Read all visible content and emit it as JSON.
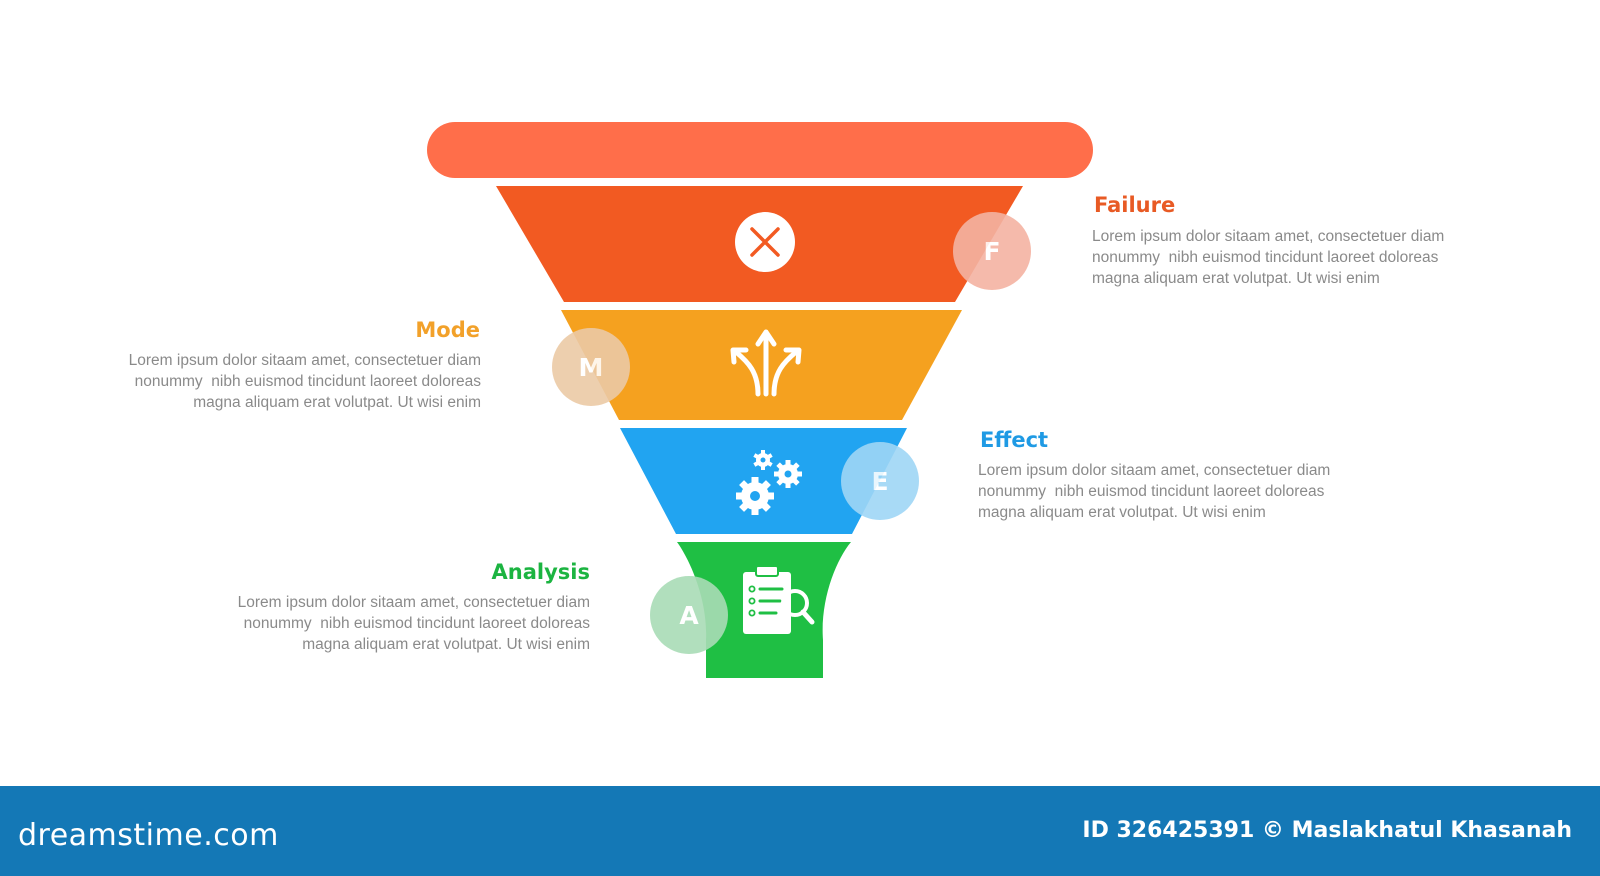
{
  "stages": [
    {
      "key": "failure",
      "title": "Failure",
      "letter": "F",
      "icon": "close-circle-icon",
      "color": "#f25a22",
      "title_color": "#e85a24",
      "badge_color": "#f4b3a2",
      "desc": [
        "Lorem ipsum dolor sitaam amet, consectetuer diam",
        "nonummy  nibh euismod tincidunt laoreet doloreas",
        "magna aliquam erat volutpat. Ut wisi enim"
      ]
    },
    {
      "key": "mode",
      "title": "Mode",
      "letter": "M",
      "icon": "split-arrows-icon",
      "color": "#f5a11f",
      "title_color": "#f2a12a",
      "badge_color": "#eccaa6",
      "desc": [
        "Lorem ipsum dolor sitaam amet, consectetuer diam",
        "nonummy  nibh euismod tincidunt laoreet doloreas",
        "magna aliquam erat volutpat. Ut wisi enim"
      ]
    },
    {
      "key": "effect",
      "title": "Effect",
      "letter": "E",
      "icon": "gears-icon",
      "color": "#21a4f1",
      "title_color": "#1f9ae4",
      "badge_color": "#9fd6f6",
      "desc": [
        "Lorem ipsum dolor sitaam amet, consectetuer diam",
        "nonummy  nibh euismod tincidunt laoreet doloreas",
        "magna aliquam erat volutpat. Ut wisi enim"
      ]
    },
    {
      "key": "analysis",
      "title": "Analysis",
      "letter": "A",
      "icon": "clipboard-search-icon",
      "color": "#1fbf44",
      "title_color": "#1cb441",
      "badge_color": "#a9dcb6",
      "desc": [
        "Lorem ipsum dolor sitaam amet, consectetuer diam",
        "nonummy  nibh euismod tincidunt laoreet doloreas",
        "magna aliquam erat volutpat. Ut wisi enim"
      ]
    }
  ],
  "funnel": {
    "rim_color": "#ff6e4a"
  },
  "footer": {
    "logo": "dreamstime.com",
    "credit": "ID 326425391 © Maslakhatul Khasanah",
    "background": "#1478b6"
  }
}
